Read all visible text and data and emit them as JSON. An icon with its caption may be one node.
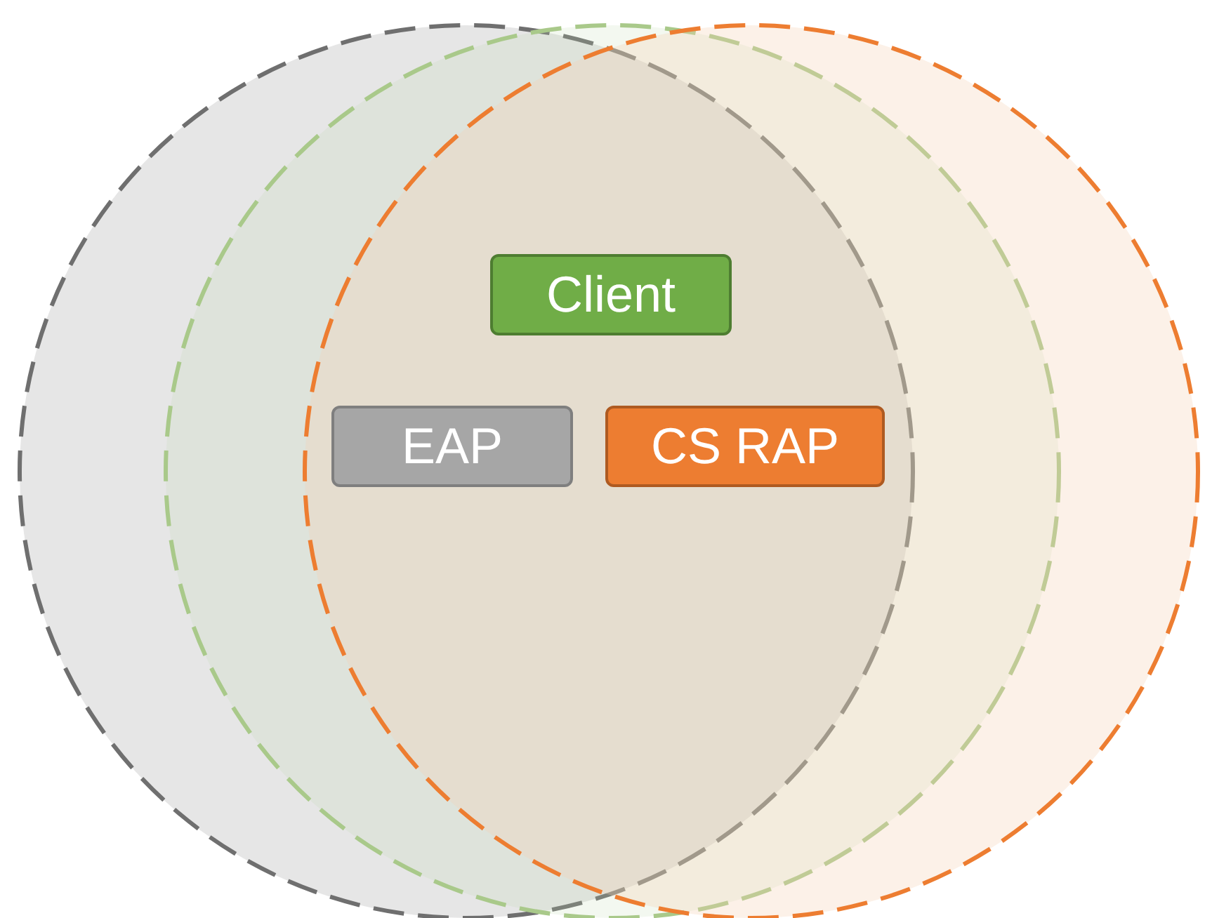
{
  "diagram": {
    "nodes": [
      {
        "text": [],
        "shape": "circle"
      },
      {
        "text": [],
        "shape": "circle"
      },
      {
        "text": [],
        "shape": "circle"
      },
      {
        "text": [
          "Client"
        ]
      },
      {
        "text": [
          "EAP"
        ]
      },
      {
        "text": [
          "CS RAP"
        ]
      }
    ]
  }
}
